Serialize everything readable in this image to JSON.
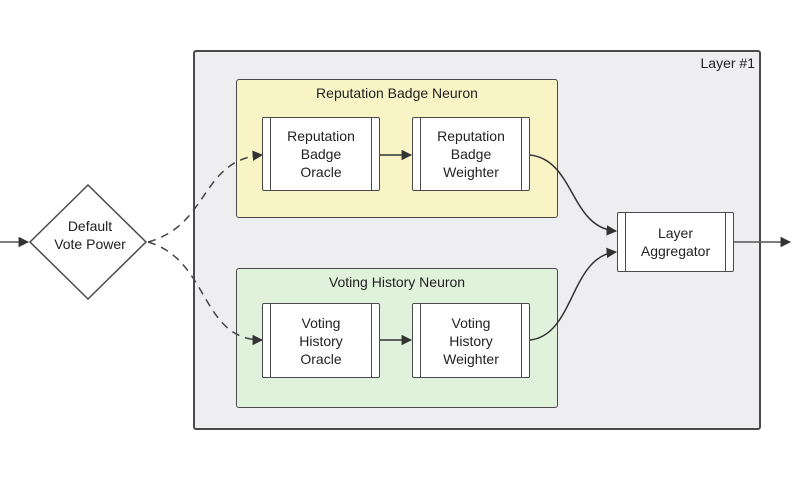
{
  "layer": {
    "title": "Layer #1"
  },
  "input_node": {
    "label": "Default\nVote Power"
  },
  "neurons": [
    {
      "title": "Reputation Badge Neuron",
      "oracle": "Reputation\nBadge\nOracle",
      "weighter": "Reputation\nBadge\nWeighter"
    },
    {
      "title": "Voting History Neuron",
      "oracle": "Voting\nHistory\nOracle",
      "weighter": "Voting\nHistory\nWeighter"
    }
  ],
  "aggregator": {
    "label": "Layer\nAggregator"
  },
  "colors": {
    "neuron_1_fill": "#f8f4c6",
    "neuron_2_fill": "#e0f2dc",
    "layer_fill": "#eeeef0",
    "stroke": "#4a4a4a"
  }
}
